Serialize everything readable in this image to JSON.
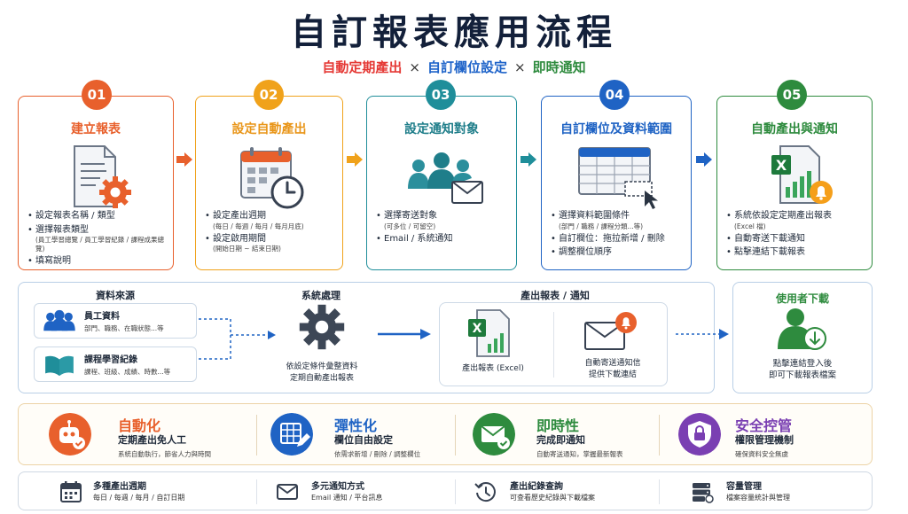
{
  "header": {
    "title": "自訂報表應用流程",
    "subtitle": [
      "自動定期產出",
      "自訂欄位設定",
      "即時通知"
    ],
    "separator": "×",
    "colors": [
      "#e53935",
      "#1e63c9",
      "#2e8b3e"
    ]
  },
  "steps": [
    {
      "num": "01",
      "title": "建立報表",
      "color": "#e8602c",
      "bullets": [
        {
          "text": "設定報表名稱 / 類型"
        },
        {
          "text": "選擇報表類型",
          "sub": "(員工學習總覽 / 員工學習紀錄 / 課程成果總覽)"
        },
        {
          "text": "填寫說明"
        }
      ]
    },
    {
      "num": "02",
      "title": "設定自動產出",
      "color": "#f0a21b",
      "bullets": [
        {
          "text": "設定產出週期",
          "sub": "(每日 / 每週 / 每月 / 每月月底)"
        },
        {
          "text": "設定啟用期間",
          "sub": "(開始日期 ~ 結束日期)"
        }
      ]
    },
    {
      "num": "03",
      "title": "設定通知對象",
      "color": "#1f8e9a",
      "bullets": [
        {
          "text": "選擇寄送對象",
          "sub": "(可多位 / 可留空)"
        },
        {
          "text": "Email / 系統通知"
        }
      ]
    },
    {
      "num": "04",
      "title": "自訂欄位及資料範圍",
      "color": "#1f63c4",
      "bullets": [
        {
          "text": "選擇資料範圍條件",
          "sub": "(部門 / 職務 / 課程分類...等)"
        },
        {
          "text": "自訂欄位：拖拉新增 / 刪除"
        },
        {
          "text": "調整欄位順序"
        }
      ]
    },
    {
      "num": "05",
      "title": "自動產出與通知",
      "color": "#2e8b3e",
      "bullets": [
        {
          "text": "系統依設定定期產出報表",
          "sub": "(Excel 檔)"
        },
        {
          "text": "自動寄送下載通知"
        },
        {
          "text": "點擊連結下載報表"
        }
      ]
    }
  ],
  "flow": {
    "source_heading": "資料來源",
    "sources": [
      {
        "title": "員工資料",
        "sub": "部門、職務、在職狀態...等"
      },
      {
        "title": "課程學習紀錄",
        "sub": "課程、班級、成績、時數...等"
      }
    ],
    "process_heading": "系統處理",
    "process_caption": [
      "依設定條件彙整資料",
      "定期自動產出報表"
    ],
    "output_heading": "產出報表 / 通知",
    "output_excel_caption": "產出報表 (Excel)",
    "output_mail_caption": [
      "自動寄送通知信",
      "提供下載連結"
    ],
    "excel_letter": "X",
    "user_heading": "使用者下載",
    "user_caption": [
      "點擊連結登入後",
      "即可下載報表檔案"
    ]
  },
  "features": [
    {
      "title": "自動化",
      "desc": "定期產出免人工",
      "sub": "系統自動執行，節省人力與時間",
      "color": "#e8602c",
      "icon": "robot-icon"
    },
    {
      "title": "彈性化",
      "desc": "欄位自由設定",
      "sub": "依需求新增 / 刪除 / 調整欄位",
      "color": "#1f63c4",
      "icon": "table-edit-icon"
    },
    {
      "title": "即時性",
      "desc": "完成即通知",
      "sub": "自動寄送通知，掌握最新報表",
      "color": "#2e8b3e",
      "icon": "mail-check-icon"
    },
    {
      "title": "安全控管",
      "desc": "權限管理機制",
      "sub": "確保資料安全無虞",
      "color": "#7a3fb2",
      "icon": "shield-lock-icon"
    }
  ],
  "bottom": [
    {
      "title": "多種產出週期",
      "sub": "每日 / 每週 / 每月 / 自訂日期",
      "icon": "calendar-icon"
    },
    {
      "title": "多元通知方式",
      "sub": "Email 通知 / 平台訊息",
      "icon": "envelope-icon"
    },
    {
      "title": "產出紀錄查詢",
      "sub": "可查看歷史紀錄與下載檔案",
      "icon": "history-icon"
    },
    {
      "title": "容量管理",
      "sub": "檔案容量統計與管理",
      "icon": "storage-icon"
    }
  ]
}
